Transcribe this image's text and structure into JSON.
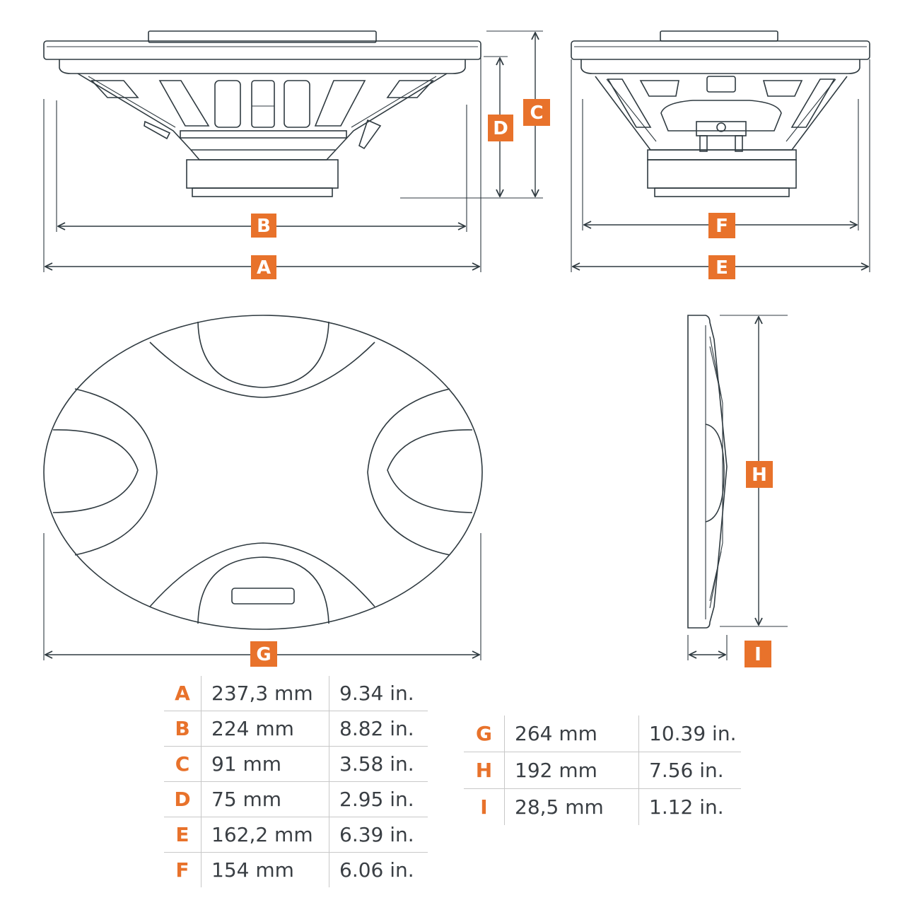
{
  "accent_color": "#e8722b",
  "line_color": "#2f3a40",
  "labels": {
    "A": "A",
    "B": "B",
    "C": "C",
    "D": "D",
    "E": "E",
    "F": "F",
    "G": "G",
    "H": "H",
    "I": "I"
  },
  "dimensions_left": [
    {
      "key": "A",
      "mm": "237,3 mm",
      "in": "9.34 in."
    },
    {
      "key": "B",
      "mm": "224 mm",
      "in": "8.82 in."
    },
    {
      "key": "C",
      "mm": "91 mm",
      "in": "3.58 in."
    },
    {
      "key": "D",
      "mm": "75 mm",
      "in": "2.95 in."
    },
    {
      "key": "E",
      "mm": "162,2 mm",
      "in": "6.39 in."
    },
    {
      "key": "F",
      "mm": "154 mm",
      "in": "6.06 in."
    }
  ],
  "dimensions_right": [
    {
      "key": "G",
      "mm": "264 mm",
      "in": "10.39 in."
    },
    {
      "key": "H",
      "mm": "192 mm",
      "in": "7.56 in."
    },
    {
      "key": "I",
      "mm": "28,5 mm",
      "in": "1.12 in."
    }
  ]
}
